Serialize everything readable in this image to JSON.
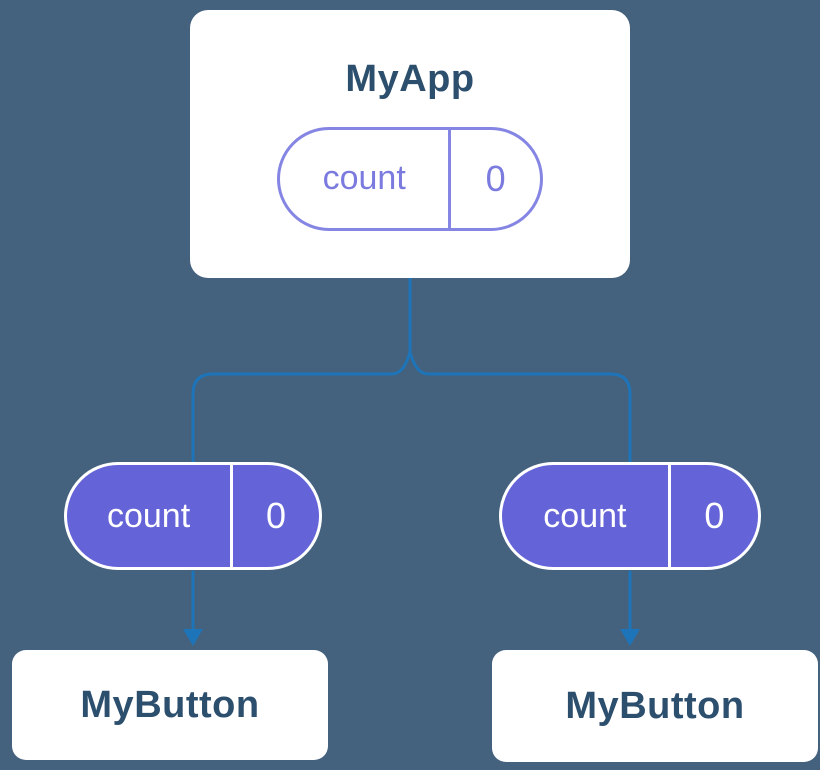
{
  "colors": {
    "background": "#44627E",
    "connector_blue": "#1E74B8",
    "card_background": "#FFFFFF",
    "card_text": "#2D4F6E",
    "pill_outline_purple": "#8585E3",
    "pill_fill_purple": "#6464D8",
    "pill_fill_text": "#FFFFFF"
  },
  "diagram": {
    "parent": {
      "title": "MyApp",
      "state_pill": {
        "label": "count",
        "value": "0"
      }
    },
    "children": [
      {
        "title": "MyButton",
        "prop_pill": {
          "label": "count",
          "value": "0"
        }
      },
      {
        "title": "MyButton",
        "prop_pill": {
          "label": "count",
          "value": "0"
        }
      }
    ]
  }
}
